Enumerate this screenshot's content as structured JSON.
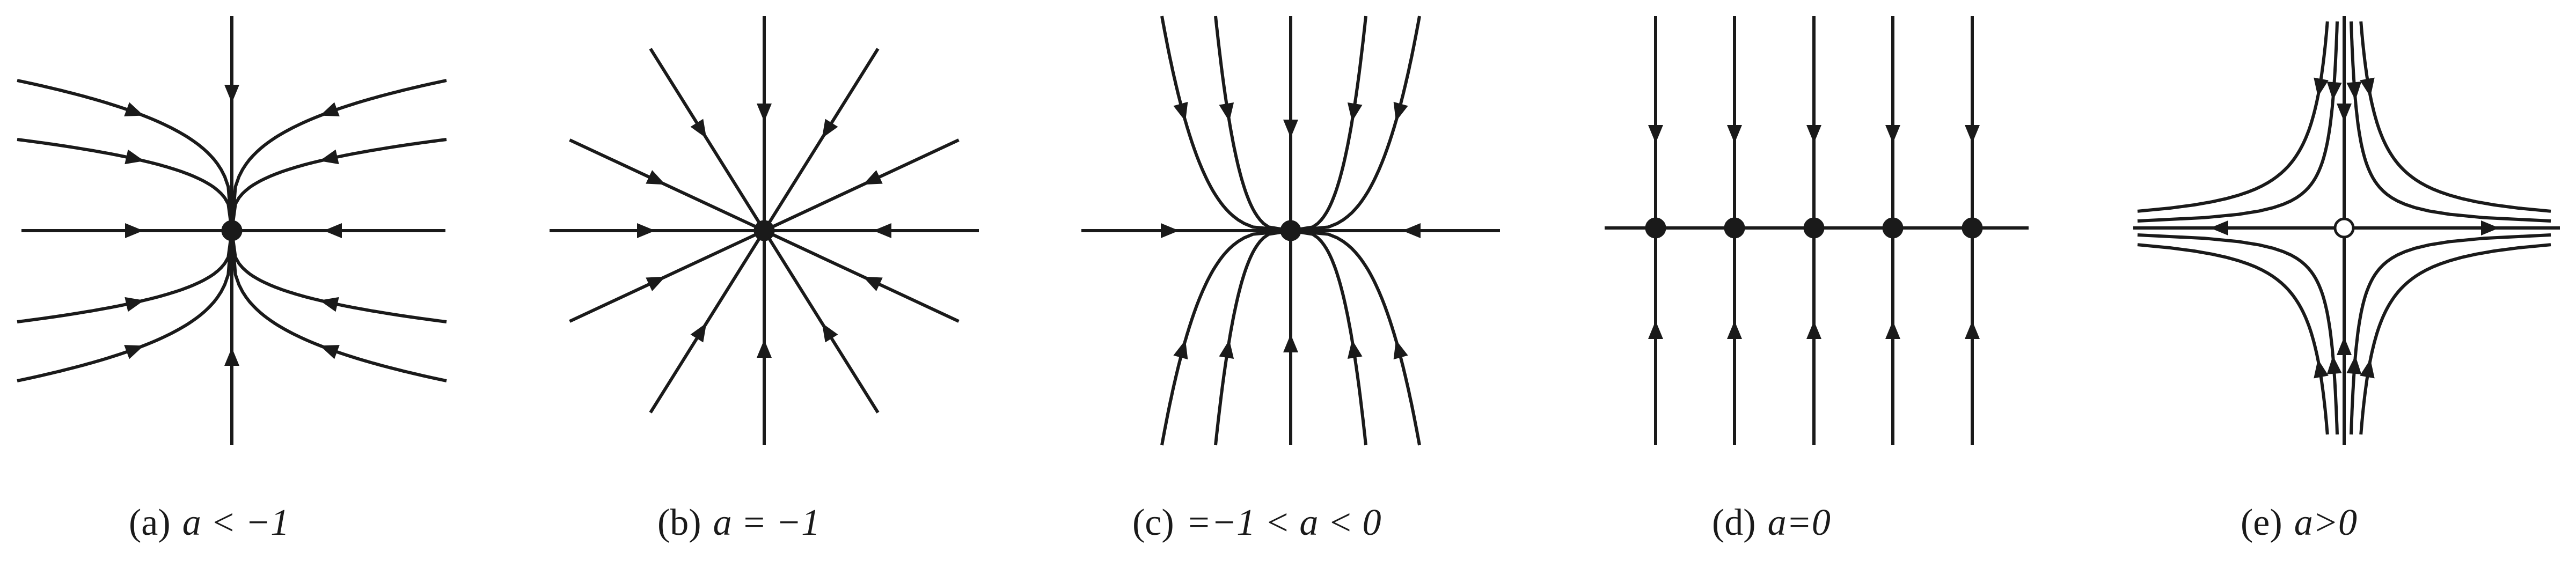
{
  "panels": [
    {
      "label": "(a)",
      "condition": "a < −1"
    },
    {
      "label": "(b)",
      "condition": "a = −1"
    },
    {
      "label": "(c)",
      "condition": "=−1 < a < 0"
    },
    {
      "label": "(d)",
      "condition": "a=0"
    },
    {
      "label": "(e)",
      "condition": "a>0"
    }
  ],
  "colors": {
    "ink": "#1a1a1a",
    "background": "#ffffff"
  }
}
